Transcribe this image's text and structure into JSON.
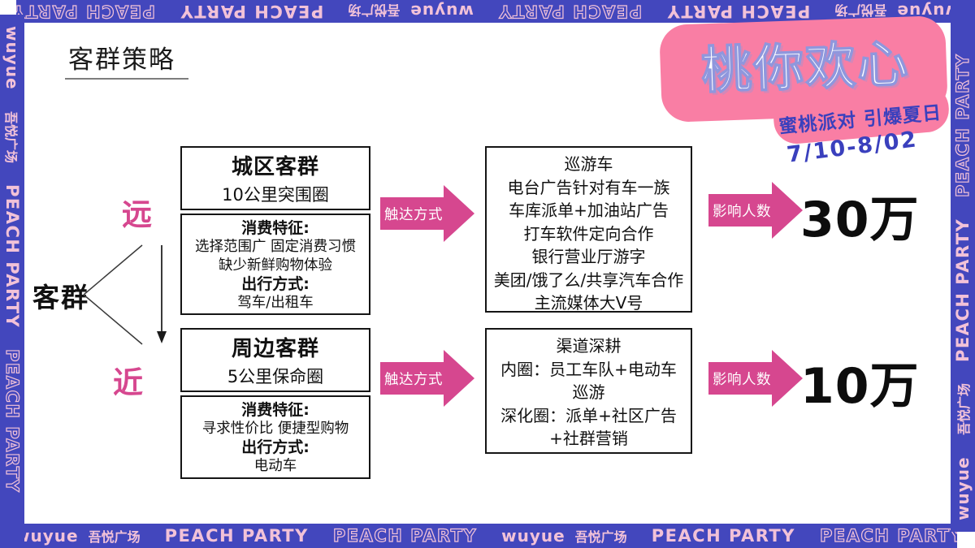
{
  "page": {
    "title": "客群策略"
  },
  "border": {
    "brand": "wuyue",
    "brand_cn": "吾悦广场",
    "party": "PEACH PARTY",
    "bar_blue": "#4347bd",
    "text_pink": "#f2c2d8"
  },
  "logo": {
    "main": "桃你欢心",
    "subtitle": "蜜桃派对 引爆夏日",
    "dates": "7/10-8/02",
    "blob_pink": "#f97ea4",
    "text_blue": "#3a40bd"
  },
  "diagram": {
    "root_label": "客群",
    "far_label": "远",
    "near_label": "近",
    "accent_pink": "#d6478f",
    "far": {
      "group_title": "城区客群",
      "group_subtitle": "10公里突围圈",
      "traits_title": "消费特征:",
      "traits_lines": [
        "选择范围广 固定消费习惯",
        "缺少新鲜购物体验"
      ],
      "travel_title": "出行方式:",
      "travel_value": "驾车/出租车",
      "reach_label": "触达方式",
      "channels": [
        "巡游车",
        "电台广告针对有车一族",
        "车库派单+加油站广告",
        "打车软件定向合作",
        "银行营业厅游字",
        "美团/饿了么/共享汽车合作",
        "主流媒体大V号"
      ],
      "impact_label": "影响人数",
      "impact_value": "30万"
    },
    "near": {
      "group_title": "周边客群",
      "group_subtitle": "5公里保命圈",
      "traits_title": "消费特征:",
      "traits_lines": [
        "寻求性价比 便捷型购物"
      ],
      "travel_title": "出行方式:",
      "travel_value": "电动车",
      "reach_label": "触达方式",
      "channels": [
        "渠道深耕",
        "内圈：员工车队+电动车巡游",
        "深化圈：派单+社区广告+社群营销"
      ],
      "impact_label": "影响人数",
      "impact_value": "10万"
    }
  }
}
